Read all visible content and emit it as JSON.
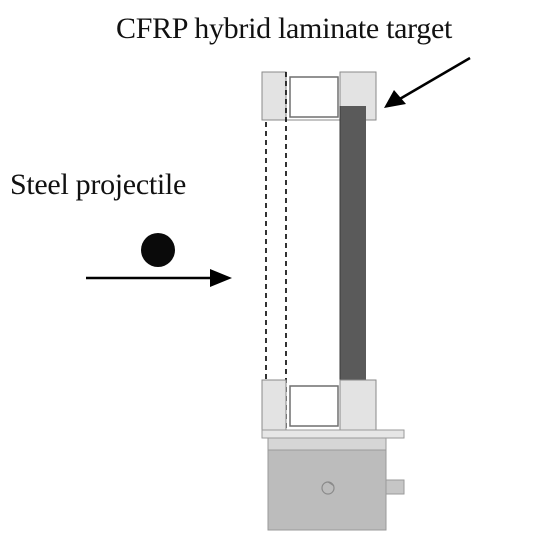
{
  "labels": {
    "target": "CFRP hybrid laminate target",
    "projectile": "Steel projectile"
  },
  "colors": {
    "laminate": "#5a5a5a",
    "frame_stroke": "#777777",
    "frame_light_fill": "#e3e3e3",
    "frame_white_fill": "#ffffff",
    "base_body": "#bcbcbc",
    "base_top": "#d6d6d6",
    "projectile": "#0a0a0a",
    "arrow": "#000000",
    "dashed": "#000000"
  },
  "icons": {
    "projectile": "filled-circle",
    "impact_arrow": "arrow-right",
    "target_pointer": "arrow-down-left"
  }
}
